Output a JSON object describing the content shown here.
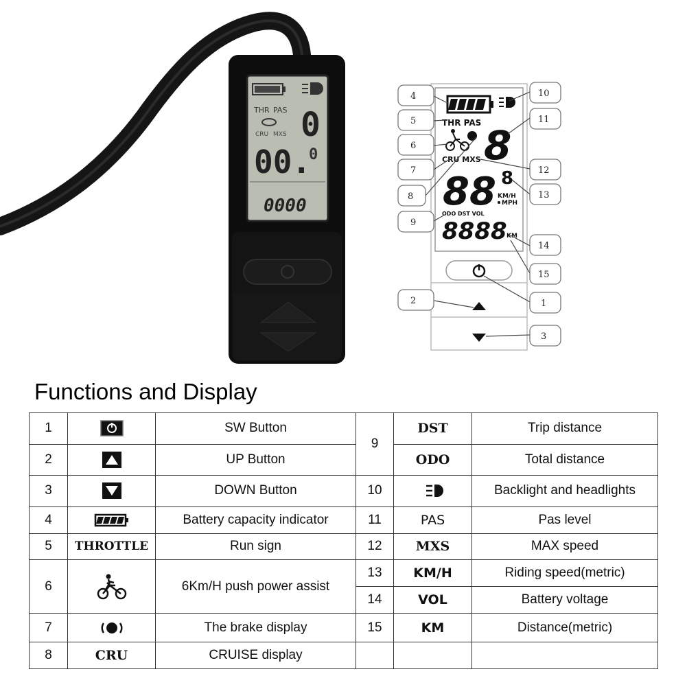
{
  "heading": "Functions and Display",
  "photo": {
    "lcd_big_digit": "0",
    "lcd_speed": "00.",
    "lcd_small_digit": "0",
    "lcd_total": "0000",
    "lcd_labels": {
      "thr": "THR",
      "pas": "PAS",
      "cru": "CRU",
      "mxs": "MXS"
    }
  },
  "diagram": {
    "segments": {
      "thr_pas": "THR PAS",
      "cru_mxs": "CRU MXS",
      "pas_digit": "8",
      "speed_digits": "88",
      "speed_small": "8",
      "units": "KM/H",
      "units2": "MPH",
      "odo_dst_vol": "ODO DST VOL",
      "distance": "8888",
      "km": "KM"
    },
    "callouts": [
      "1",
      "2",
      "3",
      "4",
      "5",
      "6",
      "7",
      "8",
      "9",
      "10",
      "11",
      "12",
      "13",
      "14",
      "15"
    ]
  },
  "table": {
    "left": [
      {
        "num": "1",
        "icon": "power-button-icon",
        "desc": "SW Button"
      },
      {
        "num": "2",
        "icon": "up-arrow-button-icon",
        "desc": "UP Button"
      },
      {
        "num": "3",
        "icon": "down-arrow-button-icon",
        "desc": "DOWN Button"
      },
      {
        "num": "4",
        "icon": "battery-icon",
        "desc": "Battery capacity indicator"
      },
      {
        "num": "5",
        "code": "THROTTLE",
        "desc": "Run sign"
      },
      {
        "num": "6",
        "icon": "walk-bike-icon",
        "desc": "6Km/H push power assist"
      },
      {
        "num": "7",
        "icon": "brake-icon",
        "desc": "The brake display"
      },
      {
        "num": "8",
        "code": "CRU",
        "desc": "CRUISE display"
      }
    ],
    "right": [
      {
        "num": "9",
        "code": "DST",
        "desc": "Trip distance"
      },
      {
        "code": "ODO",
        "desc": "Total distance"
      },
      {
        "num": "10",
        "icon": "headlight-icon",
        "desc": "Backlight and headlights"
      },
      {
        "num": "11",
        "code": "PAS",
        "desc": "Pas level"
      },
      {
        "num": "12",
        "code": "MXS",
        "desc": "MAX speed"
      },
      {
        "num": "13",
        "code": "KM/H",
        "desc": "Riding speed(metric)"
      },
      {
        "num": "14",
        "code": "VOL",
        "desc": "Battery voltage"
      },
      {
        "num": "15",
        "code": "KM",
        "desc": "Distance(metric)"
      }
    ]
  }
}
